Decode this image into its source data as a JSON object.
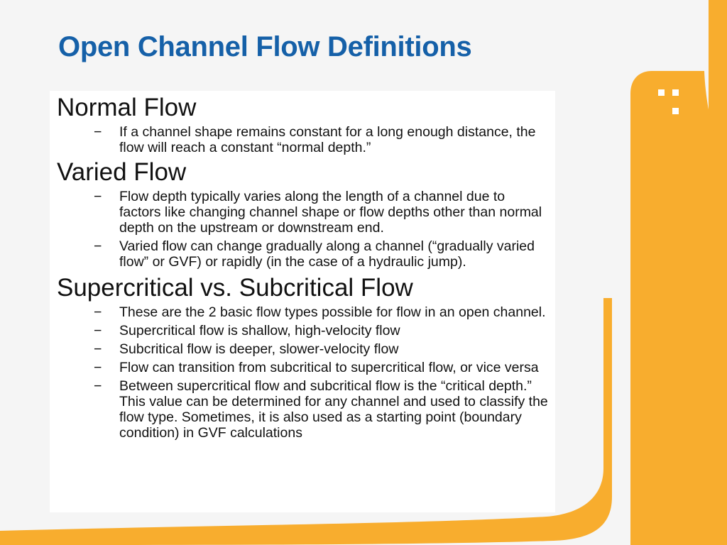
{
  "slide": {
    "title": "Open Channel Flow Definitions",
    "sections": [
      {
        "heading": "Normal Flow",
        "bullets": [
          "If a channel shape remains constant for a long enough distance, the flow will reach a constant “normal depth.”"
        ]
      },
      {
        "heading": "Varied Flow",
        "bullets": [
          "Flow depth typically varies along the length of a channel due to factors like changing channel shape or flow depths other than normal depth on the upstream or downstream end.",
          "Varied flow can change gradually along a channel (“gradually varied flow” or GVF) or rapidly (in the case of a hydraulic jump)."
        ]
      },
      {
        "heading": "Supercritical vs. Subcritical Flow",
        "bullets": [
          "These are the 2 basic flow types possible for flow in an open channel.",
          "Supercritical flow is shallow, high-velocity flow",
          "Subcritical flow is deeper, slower-velocity flow",
          "Flow can transition from subcritical to supercritical flow, or vice versa",
          "Between supercritical flow and subcritical flow is the “critical depth.” This value can be determined for any channel and used to classify the flow type. Sometimes, it is also used as a starting point (boundary condition) in GVF calculations"
        ]
      }
    ],
    "bullet_marker": "−"
  },
  "colors": {
    "title": "#1560a8",
    "accent_orange": "#f8ad2e",
    "background": "#f5f5f5",
    "content_bg": "#ffffff"
  }
}
